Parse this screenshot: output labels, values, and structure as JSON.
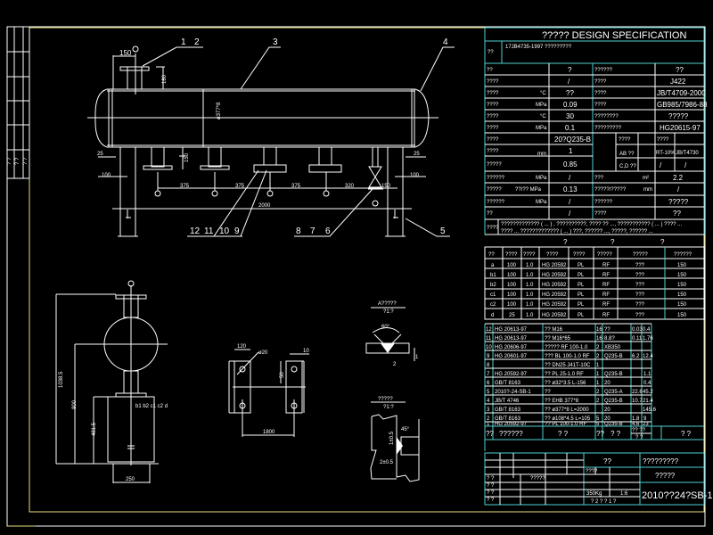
{
  "spec": {
    "title": "????? DESIGN SPECIFICATION",
    "std_label": "??",
    "std_value": "17JB4735-1997 ?????????",
    "rows": [
      {
        "l": "??",
        "unit": "",
        "v": "?",
        "l2": "??????",
        "v2": "??"
      },
      {
        "l": "????",
        "unit": "",
        "v": "/",
        "l2": "????",
        "v2": "J422"
      },
      {
        "l": "????",
        "unit": "°C",
        "v": "??",
        "l2": "????",
        "v2": "JB/T4709-2000"
      },
      {
        "l": "????",
        "unit": "MPa",
        "v": "0.09",
        "l2": "????",
        "v2": "GB985/7986-88"
      },
      {
        "l": "????",
        "unit": "°C",
        "v": "30",
        "l2": "????????",
        "v2": "?????"
      },
      {
        "l": "????",
        "unit": "MPa",
        "v": "0.1",
        "l2": "?????????",
        "v2": "HG20615-97"
      },
      {
        "l": "????",
        "unit": "",
        "v": "20?Q235-B",
        "l2": "",
        "v2": ""
      },
      {
        "l": "????",
        "unit": "mm",
        "v": "1",
        "l2": "AB ??",
        "v2": "RT-10%"
      },
      {
        "l": "?????",
        "unit": "",
        "v": "0.85",
        "l2": "C,D ??",
        "v2": "/"
      },
      {
        "l": "??????",
        "unit": "MPa",
        "v": "/",
        "l2": "???",
        "unit2": "m²",
        "v2": "2.2"
      },
      {
        "l": "?????",
        "unit": "??/?? MPa",
        "v": "0.13",
        "l2": "?????/?????",
        "unit2": "mm",
        "v2": "/"
      },
      {
        "l": "??????",
        "unit": "MPa",
        "v": "/",
        "l2": "??????",
        "v2": "?????"
      },
      {
        "l": "??",
        "unit": "",
        "v": "/",
        "l2": "????",
        "v2": "??"
      }
    ],
    "ndt_cols": [
      "????",
      "????"
    ],
    "ndt_vals": [
      "RT-10%",
      "JB/T4730"
    ],
    "notes_label": "????",
    "notes": "????????????? ( ... ) , ??????????, ???? ?? ..., ??????????? ( ... ) ???? ...",
    "notes2": "???? ... ????????????? ( ... ) ???, ?????? ..., ?????, ?????? ..."
  },
  "nozzles": {
    "section_title": [
      "?",
      "?",
      "?"
    ],
    "headers": [
      "??",
      "????",
      "????",
      "????",
      "????",
      "?????",
      "?????",
      "??????"
    ],
    "rows": [
      [
        "a",
        "100",
        "1.0",
        "HG 20592",
        "PL",
        "RF",
        "???",
        "150"
      ],
      [
        "b1",
        "100",
        "1.0",
        "HG 20592",
        "PL",
        "RF",
        "???",
        "150"
      ],
      [
        "b2",
        "100",
        "1.0",
        "HG 20592",
        "PL",
        "RF",
        "???",
        "150"
      ],
      [
        "c1",
        "100",
        "1.0",
        "HG 20592",
        "PL",
        "RF",
        "???",
        "150"
      ],
      [
        "c2",
        "100",
        "1.0",
        "HG 20592",
        "PL",
        "RF",
        "???",
        "150"
      ],
      [
        "d",
        "25",
        "1.0",
        "HG 20592",
        "PL",
        "RF",
        "???",
        "150"
      ]
    ]
  },
  "bom": {
    "rows": [
      [
        "12",
        "HG 20613-97",
        "?? M16",
        "16",
        "??",
        "0.03",
        "0.4"
      ],
      [
        "11",
        "HG 20613-97",
        "?? M16*65",
        "16",
        "8.8?",
        "0.11",
        "1.76"
      ],
      [
        "10",
        "HG 20606-97",
        "????? RF 100-1.0",
        "2",
        "XB350",
        "",
        ""
      ],
      [
        "9",
        "HG 20601-97",
        "??? BL 100-1.0 RF",
        "2",
        "Q235-B",
        "6.2",
        "12.4"
      ],
      [
        "8",
        "",
        "?? DN25 J41T-10C",
        "1",
        "",
        "",
        ""
      ],
      [
        "7",
        "HG 20592-97",
        "?? PL 25-1.0 RF",
        "1",
        "Q235-B",
        "",
        "1.1"
      ],
      [
        "6",
        "GB/T 8163",
        "?? ø32*3.5 L-156",
        "1",
        "20",
        "",
        "0.4"
      ],
      [
        "5",
        "2010?-24-SB-1",
        "??",
        "2",
        "Q235-A",
        "22.6",
        "45.2"
      ],
      [
        "4",
        "JB/T 4746",
        "?? EHB 377*8",
        "2",
        "Q235-B",
        "10.7",
        "21.4"
      ],
      [
        "3",
        "GB/T 8163",
        "?? ø377*8 L=2000",
        "1",
        "20",
        "",
        "145.6"
      ],
      [
        "2",
        "GB/T 8163",
        "?? ø108*4.5 L=105",
        "5",
        "20",
        "1.8",
        "9"
      ],
      [
        "1",
        "HG 20592-97",
        "?? PL 100-1.0 RF",
        "5",
        "Q235-B",
        "4.6",
        "23"
      ]
    ],
    "footer": [
      "??",
      "??????",
      "?  ?",
      "??",
      "?  ?",
      "?? ??",
      "? ?",
      "?  ?"
    ]
  },
  "title_block": {
    "project": "??",
    "company": "?????????",
    "drawing_name": "?????",
    "drawing_no": "2010??24?SB-1",
    "scale_label": "????",
    "weight": "350Kg",
    "scale": "1:6",
    "sheet": "? 2 ?  ? 1 ?",
    "left_labels": [
      "? ?",
      "? ?",
      "? ?",
      "? ?",
      "? ?"
    ],
    "approval": "?????"
  },
  "drawing": {
    "callouts": [
      "1",
      "2",
      "3",
      "4",
      "5",
      "6",
      "7",
      "8",
      "9",
      "10",
      "11",
      "12"
    ],
    "dims": {
      "top_nozzle_offset": "150",
      "nozzle_height": "180",
      "diameter": "ø377*8",
      "support_25_l": "25",
      "support_25_r": "25",
      "support_100_l": "100",
      "support_100_r": "100",
      "nozzle_proj": "150",
      "spacing": [
        "375",
        "375",
        "375",
        "320",
        "150"
      ],
      "total_length": "2000",
      "side_height": "1038.5",
      "side_800": "800",
      "side_481": "481.5",
      "base_width": "250",
      "saddle_120": "120",
      "saddle_hole": "ø20",
      "saddle_10": "10",
      "saddle_50": "50",
      "saddle_span": "1800",
      "weld1_title": "A?????",
      "weld1_scale": "?1:?",
      "weld1_angle": "60°",
      "weld1_gap": "2",
      "weld1_root": "1",
      "weld2_title": "?????",
      "weld2_scale": "?1:?",
      "weld2_dim1": "1±0.5",
      "weld2_dim2": "2±0.5",
      "weld2_angle": "45°"
    },
    "nozzle_marks": [
      "a",
      "b1",
      "b2",
      "c1",
      "c2",
      "d"
    ],
    "sideview_marks": "b1 b2 c1 c2 d"
  },
  "left_strip": {
    "labels": [
      "? ?",
      "? ?",
      "? ?"
    ]
  }
}
